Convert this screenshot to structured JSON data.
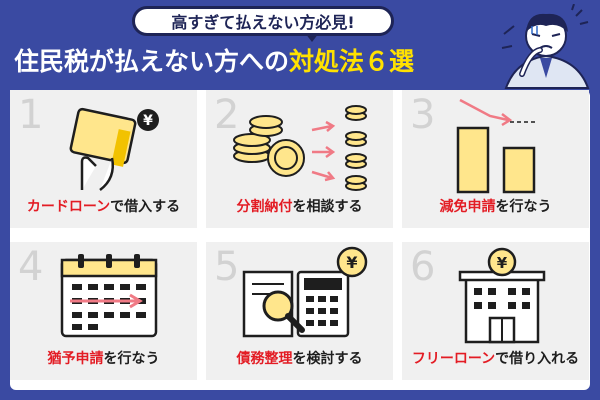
{
  "header": {
    "bubble": "高すぎて払えない方必見!",
    "title_prefix": "住民税が払えない方への",
    "title_highlight": "対処法６選"
  },
  "cards": [
    {
      "number": "1",
      "caption_red": "カードローン",
      "caption_rest": "で借入する",
      "icon": "credit-card-icon"
    },
    {
      "number": "2",
      "caption_red": "分割納付",
      "caption_rest": "を相談する",
      "icon": "coins-split-icon"
    },
    {
      "number": "3",
      "caption_red": "減免申請",
      "caption_rest": "を行なう",
      "icon": "decrease-chart-icon"
    },
    {
      "number": "4",
      "caption_red": "猶予申請",
      "caption_rest": "を行なう",
      "icon": "calendar-icon"
    },
    {
      "number": "5",
      "caption_red": "債務整理",
      "caption_rest": "を検討する",
      "icon": "document-calculator-icon"
    },
    {
      "number": "6",
      "caption_red": "フリーローン",
      "caption_rest": "で借り入れる",
      "icon": "bank-icon"
    }
  ],
  "icons": {
    "yen": "¥"
  },
  "colors": {
    "background": "#3a4aa2",
    "accent_red": "#e31c24",
    "yellow": "#ffe68c",
    "highlight": "#ffe100"
  }
}
